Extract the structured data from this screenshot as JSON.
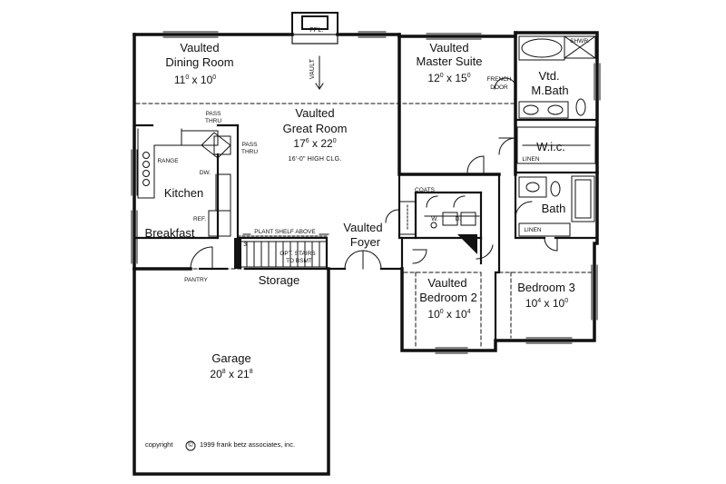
{
  "rooms": {
    "dining": {
      "name1": "Vaulted",
      "name2": "Dining Room",
      "w": "11",
      "wi": "0",
      "d": "10",
      "di": "0"
    },
    "master": {
      "name1": "Vaulted",
      "name2": "Master Suite",
      "w": "12",
      "wi": "0",
      "d": "15",
      "di": "0"
    },
    "great": {
      "name1": "Vaulted",
      "name2": "Great Room",
      "w": "17",
      "wi": "6",
      "d": "22",
      "di": "0",
      "note": "16'-0\" HIGH CLG."
    },
    "kitchen": {
      "name": "Kitchen"
    },
    "breakfast": {
      "name": "Breakfast"
    },
    "foyer": {
      "name1": "Vaulted",
      "name2": "Foyer"
    },
    "bedroom2": {
      "name1": "Vaulted",
      "name2": "Bedroom 2",
      "w": "10",
      "wi": "0",
      "d": "10",
      "di": "4"
    },
    "bedroom3": {
      "name": "Bedroom 3",
      "w": "10",
      "wi": "4",
      "d": "10",
      "di": "0"
    },
    "garage": {
      "name": "Garage",
      "w": "20",
      "wi": "8",
      "d": "21",
      "di": "8"
    },
    "storage": {
      "name": "Storage"
    },
    "bath": {
      "name": "Bath"
    },
    "master_bath": {
      "name1": "Vtd.",
      "name2": "M.Bath"
    },
    "wic": {
      "name": "W.i.c."
    }
  },
  "labels": {
    "fpl": "FPL.",
    "vault": "VAULT",
    "french_door1": "FRENCH",
    "french_door2": "DOOR",
    "shower": "SHWR.",
    "linen1": "LINEN",
    "linen2": "LINEN",
    "pass_thru1a": "PASS",
    "pass_thru1b": "THRU",
    "pass_thru2a": "PASS",
    "pass_thru2b": "THRU",
    "range": "RANGE",
    "dw": "DW.",
    "ref": "REF.",
    "pantry": "PANTRY",
    "plant_shelf": "PLANT SHELF ABOVE",
    "opt_stairs1": "OPT. STAIRS",
    "opt_stairs2": "TO BSMT.",
    "coats": "COATS",
    "washer": "W.",
    "dryer": "D.",
    "stair_num": "3"
  },
  "copyright": {
    "prefix": "copyright",
    "symbol": "©",
    "text": "1999 frank betz associates, inc."
  }
}
